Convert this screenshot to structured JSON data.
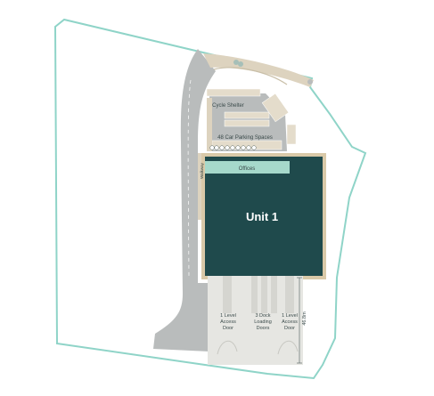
{
  "site": {
    "boundary_color": "#8fd4c8",
    "road_color": "#b9bcbc",
    "path_color": "#ddd3bf",
    "building_color": "#1f4a4c",
    "building_outline_color": "#d9c9a8",
    "offices_color": "#a6d9cb",
    "yard_color": "#e6e6e2"
  },
  "labels": {
    "cycle_shelter": "Cycle Shelter",
    "car_parking": "48 Car Parking Spaces",
    "offices": "Offices",
    "walkway": "Walkway",
    "unit_name": "Unit 1",
    "level_door_left": [
      "1 Level",
      "Access",
      "Door"
    ],
    "dock_doors": [
      "3 Dock",
      "Loading",
      "Doors"
    ],
    "level_door_right": [
      "1 Level",
      "Access",
      "Door"
    ],
    "yard_depth": "46.8m"
  },
  "icons": {
    "ev_charging": "ev-charging-icon",
    "accessible_parking": "accessible-parking-icon"
  }
}
